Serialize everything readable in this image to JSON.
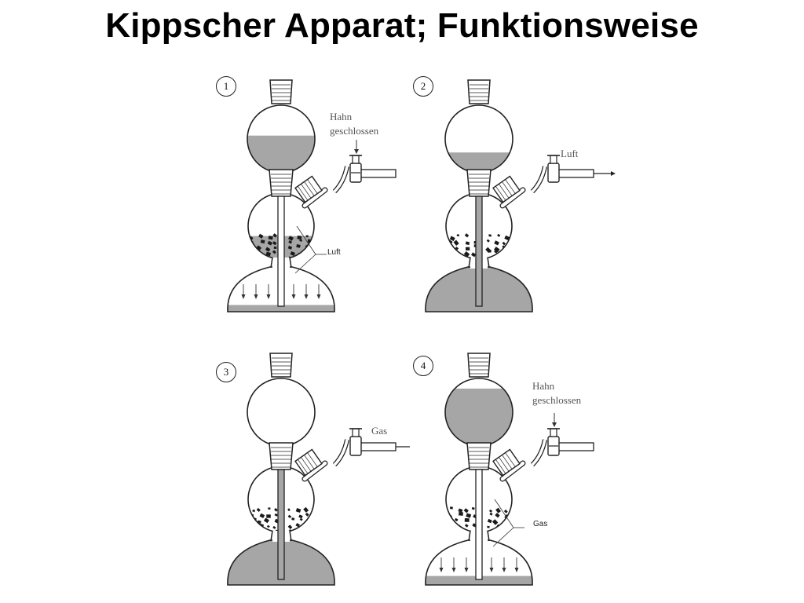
{
  "title": "Kippscher Apparat; Funktionsweise",
  "colors": {
    "liquid": "#a6a6a6",
    "glass": "#222222",
    "solid": "#1a1a1a"
  },
  "panels": [
    {
      "number": "1",
      "top_fill": 0.55,
      "middle_fill": 0.35,
      "bottom_fill": 0.15,
      "stopcock": "closed",
      "callout_label": "Hahn geschlossen",
      "callout_line1": "Hahn",
      "callout_line2": "geschlossen",
      "gas_label": "Luft",
      "inner_label": "Luft",
      "arrows_down": true
    },
    {
      "number": "2",
      "top_fill": 0.3,
      "middle_fill": 0.0,
      "bottom_fill": 1.0,
      "stopcock": "open",
      "flow_label": "Luft",
      "arrows_down": false
    },
    {
      "number": "3",
      "top_fill": 0.0,
      "middle_fill": 0.0,
      "bottom_fill": 1.0,
      "stopcock": "open",
      "flow_label": "Gas",
      "arrows_down": false
    },
    {
      "number": "4",
      "top_fill": 0.85,
      "middle_fill": 0.0,
      "bottom_fill": 0.2,
      "stopcock": "closed",
      "callout_line1": "Hahn",
      "callout_line2": "geschlossen",
      "inner_label": "Gas",
      "arrows_down": true
    }
  ]
}
